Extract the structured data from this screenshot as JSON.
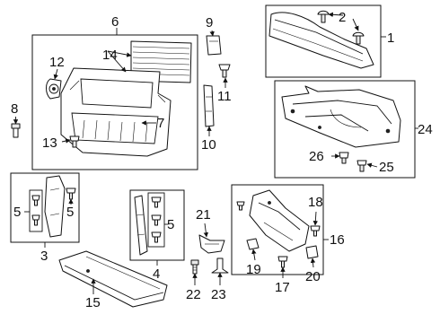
{
  "callouts": {
    "c1": "1",
    "c2": "2",
    "c3": "3",
    "c4": "4",
    "c5a": "5",
    "c5b": "5",
    "c5c": "5",
    "c6": "6",
    "c7": "7",
    "c8": "8",
    "c9": "9",
    "c10": "10",
    "c11": "11",
    "c12": "12",
    "c13": "13",
    "c14": "14",
    "c15": "15",
    "c16": "16",
    "c17": "17",
    "c18": "18",
    "c19": "19",
    "c20": "20",
    "c21": "21",
    "c22": "22",
    "c23": "23",
    "c24": "24",
    "c25": "25",
    "c26": "26"
  }
}
